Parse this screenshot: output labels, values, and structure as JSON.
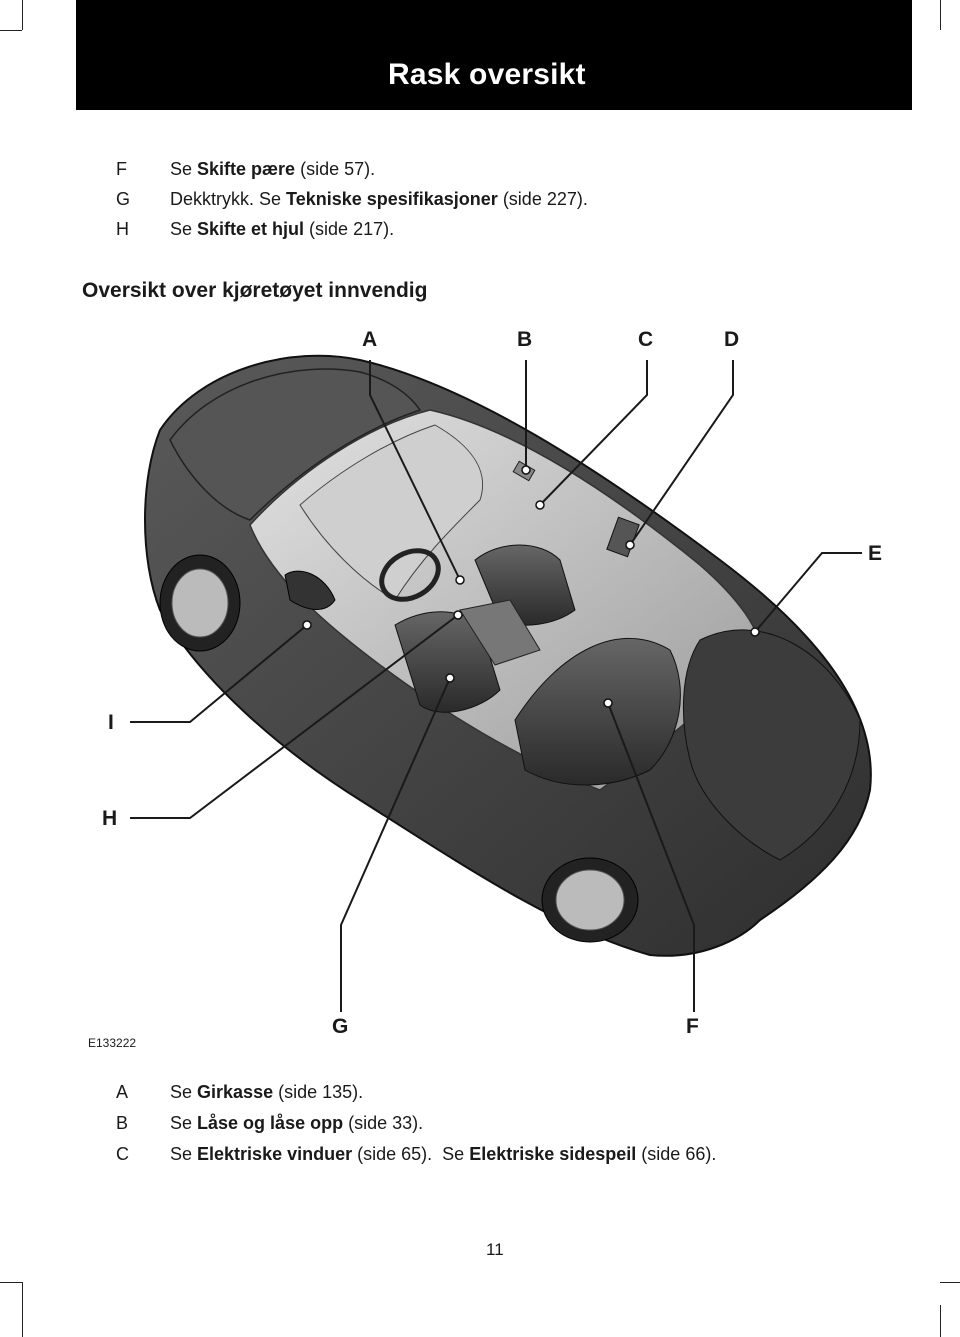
{
  "header": {
    "title": "Rask oversikt"
  },
  "top_list": [
    {
      "letter": "F",
      "pre": "Se ",
      "bold": "Skifte pære",
      "post": " (side 57).",
      "pre2": "",
      "bold2": "",
      "post2": ""
    },
    {
      "letter": "G",
      "pre": "Dekktrykk.  Se ",
      "bold": "Tekniske spesifikasjoner",
      "post": " (side 227).",
      "pre2": "",
      "bold2": "",
      "post2": ""
    },
    {
      "letter": "H",
      "pre": "Se ",
      "bold": "Skifte et hjul",
      "post": " (side 217).",
      "pre2": "",
      "bold2": "",
      "post2": ""
    }
  ],
  "section_heading": "Oversikt over kjøretøyet innvendig",
  "figure": {
    "code": "E133222",
    "callouts": [
      "A",
      "B",
      "C",
      "D",
      "E",
      "I",
      "H",
      "G",
      "F"
    ]
  },
  "bottom_list": [
    {
      "letter": "A",
      "pre": "Se ",
      "bold": "Girkasse",
      "post": " (side 135).",
      "pre2": "",
      "bold2": "",
      "post2": ""
    },
    {
      "letter": "B",
      "pre": "Se ",
      "bold": "Låse og låse opp",
      "post": " (side 33).",
      "pre2": "",
      "bold2": "",
      "post2": ""
    },
    {
      "letter": "C",
      "pre": "Se ",
      "bold": "Elektriske vinduer",
      "post": " (side 65).  ",
      "pre2": "Se ",
      "bold2": "Elektriske sidespeil",
      "post2": " (side 66)."
    }
  ],
  "page_number": "11",
  "colors": {
    "header_bg": "#000000",
    "header_text": "#ffffff",
    "car_body": "#4a4a4a",
    "interior": "#bdbdbd"
  }
}
